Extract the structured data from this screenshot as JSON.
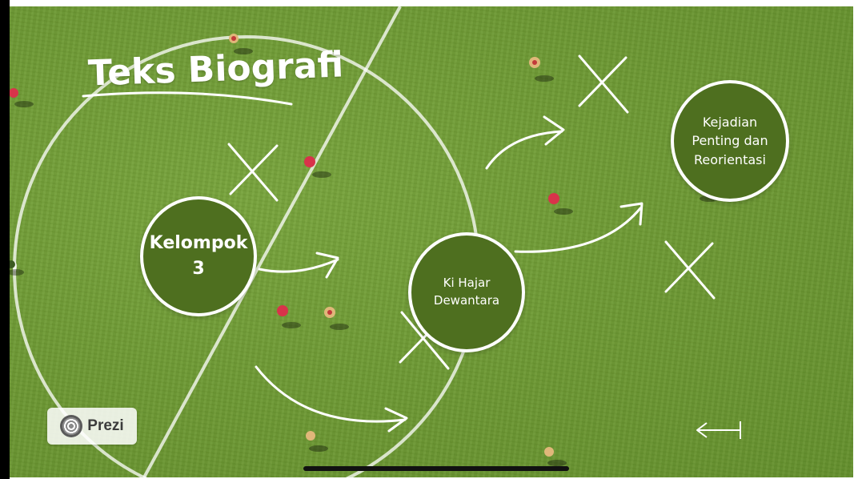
{
  "presentation": {
    "title": "Teks Biografi",
    "nodes": [
      {
        "lines": [
          "Kelompok",
          "3"
        ]
      },
      {
        "lines": [
          "Ki Hajar",
          "Dewantara"
        ]
      },
      {
        "lines": [
          "Kejadian",
          "Penting dan",
          "Reorientasi"
        ]
      }
    ]
  },
  "branding": {
    "label": "Prezi",
    "icon": "prezi-logo-icon"
  },
  "navigation": {
    "back_icon": "left-arrow-icon"
  },
  "colors": {
    "field_green": "#6e9a34",
    "node_fill": "#4e6f1f",
    "line_white": "#ffffff",
    "player_red": "#d8334a"
  }
}
